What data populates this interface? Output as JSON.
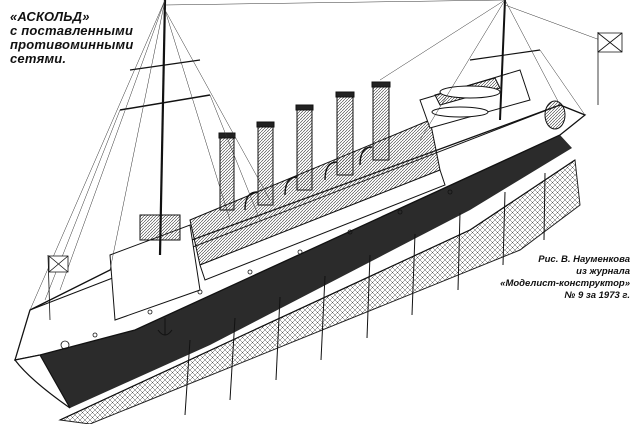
{
  "caption": {
    "title": "«АСКОЛЬД»\nс поставленными\nпротивоминными\nсетями."
  },
  "credit": {
    "text": "Рис. В. Науменкова\nиз журнала\n«Моделист-конструктор»\n№ 9 за 1973 г."
  },
  "colors": {
    "ink": "#111111",
    "paper": "#ffffff",
    "hull_shadow": "#2b2b2b",
    "net_fill": "#cfcfcf"
  },
  "illustration": {
    "subject": "cruiser-askold-line-drawing",
    "funnels": 5,
    "masts": 2
  }
}
